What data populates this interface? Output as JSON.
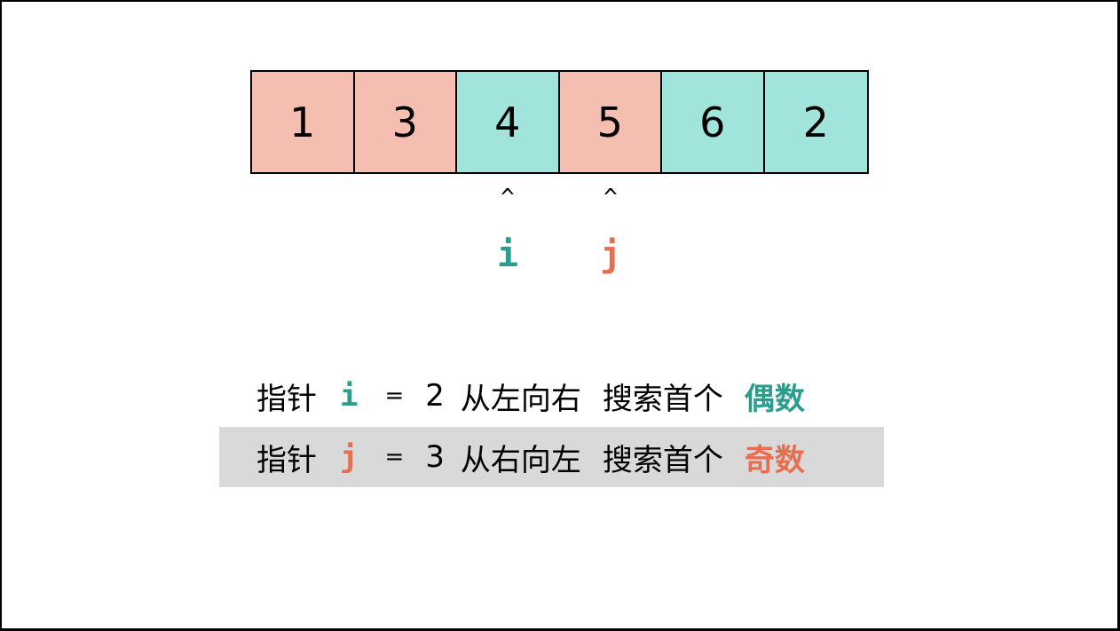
{
  "colors": {
    "even_fill": "#a0e4dc",
    "odd_fill": "#f4beb0",
    "i_color": "#2a9d8f",
    "j_color": "#e76f51",
    "highlight_bg": "#d9d9d9"
  },
  "array": {
    "cells": [
      {
        "value": "1",
        "parity": "odd"
      },
      {
        "value": "3",
        "parity": "odd"
      },
      {
        "value": "4",
        "parity": "even"
      },
      {
        "value": "5",
        "parity": "odd"
      },
      {
        "value": "6",
        "parity": "even"
      },
      {
        "value": "2",
        "parity": "even"
      }
    ]
  },
  "pointers": [
    {
      "caret": "^",
      "label": "i",
      "index": 2
    },
    {
      "caret": "^",
      "label": "j",
      "index": 3
    }
  ],
  "lines": [
    {
      "prefix": "指针",
      "var": "i",
      "equals": "=",
      "value": "2",
      "direction": "从左向右",
      "action": "搜索首个",
      "target": "偶数",
      "highlighted": false
    },
    {
      "prefix": "指针",
      "var": "j",
      "equals": "=",
      "value": "3",
      "direction": "从右向左",
      "action": "搜索首个",
      "target": "奇数",
      "highlighted": true
    }
  ]
}
